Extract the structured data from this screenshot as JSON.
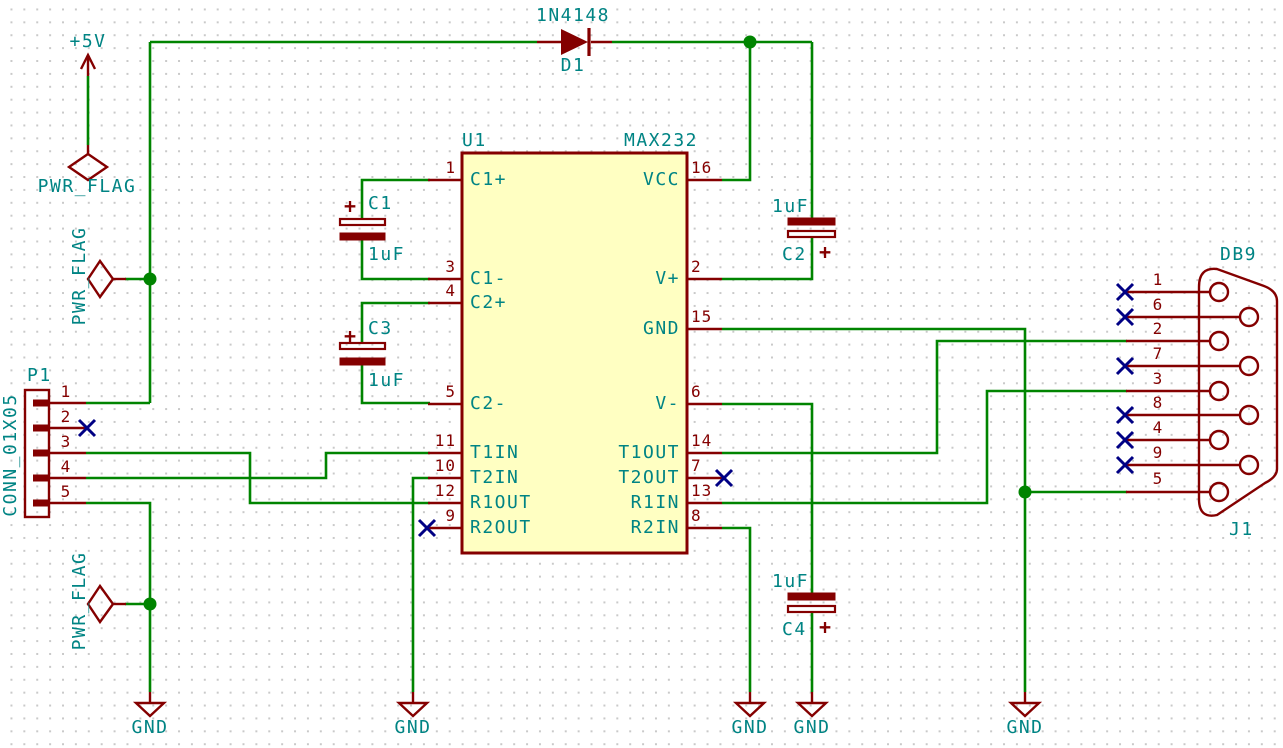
{
  "schematic": {
    "power_5v": {
      "label": "+5V"
    },
    "pwr_flags": {
      "top": "PWR_FLAG",
      "middle": "PWR_FLAG",
      "bottom": "PWR_FLAG"
    },
    "gnd": {
      "g1": "GND",
      "g2": "GND",
      "g3": "GND",
      "g4": "GND",
      "g5": "GND"
    },
    "diode": {
      "ref": "D1",
      "value": "1N4148"
    },
    "ic": {
      "ref": "U1",
      "value": "MAX232",
      "left_pins": [
        {
          "num": "1",
          "name": "C1+"
        },
        {
          "num": "3",
          "name": "C1-"
        },
        {
          "num": "4",
          "name": "C2+"
        },
        {
          "num": "5",
          "name": "C2-"
        },
        {
          "num": "11",
          "name": "T1IN"
        },
        {
          "num": "10",
          "name": "T2IN"
        },
        {
          "num": "12",
          "name": "R1OUT"
        },
        {
          "num": "9",
          "name": "R2OUT"
        }
      ],
      "right_pins": [
        {
          "num": "16",
          "name": "VCC"
        },
        {
          "num": "2",
          "name": "V+"
        },
        {
          "num": "15",
          "name": "GND"
        },
        {
          "num": "6",
          "name": "V-"
        },
        {
          "num": "14",
          "name": "T1OUT"
        },
        {
          "num": "7",
          "name": "T2OUT"
        },
        {
          "num": "13",
          "name": "R1IN"
        },
        {
          "num": "8",
          "name": "R2IN"
        }
      ]
    },
    "capacitors": {
      "c1": {
        "ref": "C1",
        "value": "1uF",
        "polarity": "+"
      },
      "c2": {
        "ref": "C2",
        "value": "1uF",
        "polarity": "+"
      },
      "c3": {
        "ref": "C3",
        "value": "1uF",
        "polarity": "+"
      },
      "c4": {
        "ref": "C4",
        "value": "1uF",
        "polarity": "+"
      }
    },
    "p1": {
      "ref": "P1",
      "value": "CONN_01X05",
      "pins": [
        {
          "num": "1"
        },
        {
          "num": "2"
        },
        {
          "num": "3"
        },
        {
          "num": "4"
        },
        {
          "num": "5"
        }
      ]
    },
    "db9": {
      "ref": "J1",
      "value": "DB9",
      "pins": [
        {
          "num": "1"
        },
        {
          "num": "6"
        },
        {
          "num": "2"
        },
        {
          "num": "7"
        },
        {
          "num": "3"
        },
        {
          "num": "8"
        },
        {
          "num": "4"
        },
        {
          "num": "9"
        },
        {
          "num": "5"
        }
      ]
    },
    "colors": {
      "wire": "#008400",
      "outline": "#840000",
      "text": "#008484",
      "ic_fill": "#ffffc2",
      "no_connect": "#000084"
    }
  }
}
